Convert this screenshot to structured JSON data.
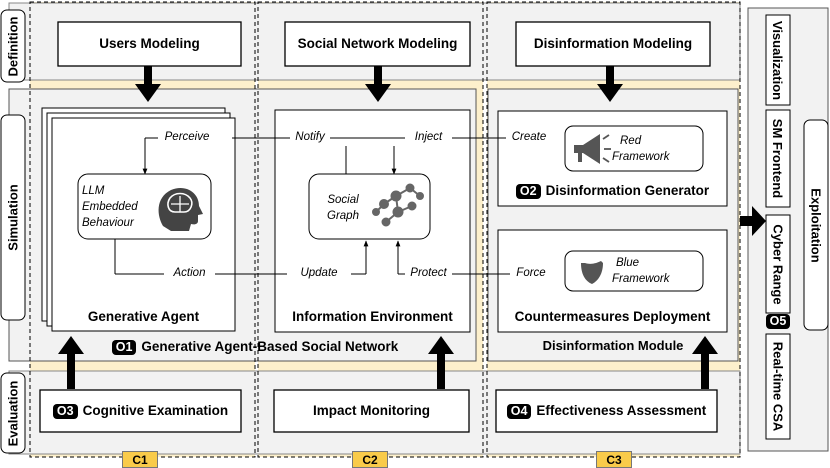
{
  "phases": {
    "definition": "Definition",
    "simulation": "Simulation",
    "evaluation": "Evaluation"
  },
  "columns": [
    {
      "badge": "C1"
    },
    {
      "badge": "C2"
    },
    {
      "badge": "C3"
    }
  ],
  "definition_boxes": {
    "users": "Users Modeling",
    "social": "Social Network Modeling",
    "disinfo": "Disinformation Modeling"
  },
  "agent": {
    "title": "Generative Agent",
    "perceive": "Perceive",
    "action": "Action",
    "llm_line1": "LLM",
    "llm_line2": "Embedded",
    "llm_line3": "Behaviour",
    "icon": "brain-head-icon"
  },
  "environment": {
    "title": "Information Environment",
    "notify": "Notify",
    "update": "Update",
    "inject": "Inject",
    "protect": "Protect",
    "graph_line1": "Social",
    "graph_line2": "Graph",
    "icon": "network-graph-icon"
  },
  "generator": {
    "badge": "O2",
    "title": "Disinformation Generator",
    "create": "Create",
    "fw_line1": "Red",
    "fw_line2": "Framework",
    "icon": "megaphone-icon"
  },
  "countermeasures": {
    "title": "Countermeasures Deployment",
    "force": "Force",
    "fw_line1": "Blue",
    "fw_line2": "Framework",
    "icon": "shield-icon"
  },
  "module_title": "Disinformation Module",
  "network": {
    "badge": "O1",
    "label": "Generative Agent-Based Social Network"
  },
  "evaluation": {
    "cognitive_badge": "O3",
    "cognitive": "Cognitive Examination",
    "impact": "Impact Monitoring",
    "effect_badge": "O4",
    "effect": "Effectiveness Assessment"
  },
  "exploitation": {
    "label": "Exploitation",
    "visualization": "Visualization",
    "frontend": "SM Frontend",
    "cyber": "Cyber Range",
    "cyber_badge": "O5",
    "csa": "Real-time CSA"
  },
  "colors": {
    "band": "#f2f2f2",
    "highlight": "#fdf0cc",
    "badge": "#f9cb4a",
    "dark": "#000000"
  }
}
